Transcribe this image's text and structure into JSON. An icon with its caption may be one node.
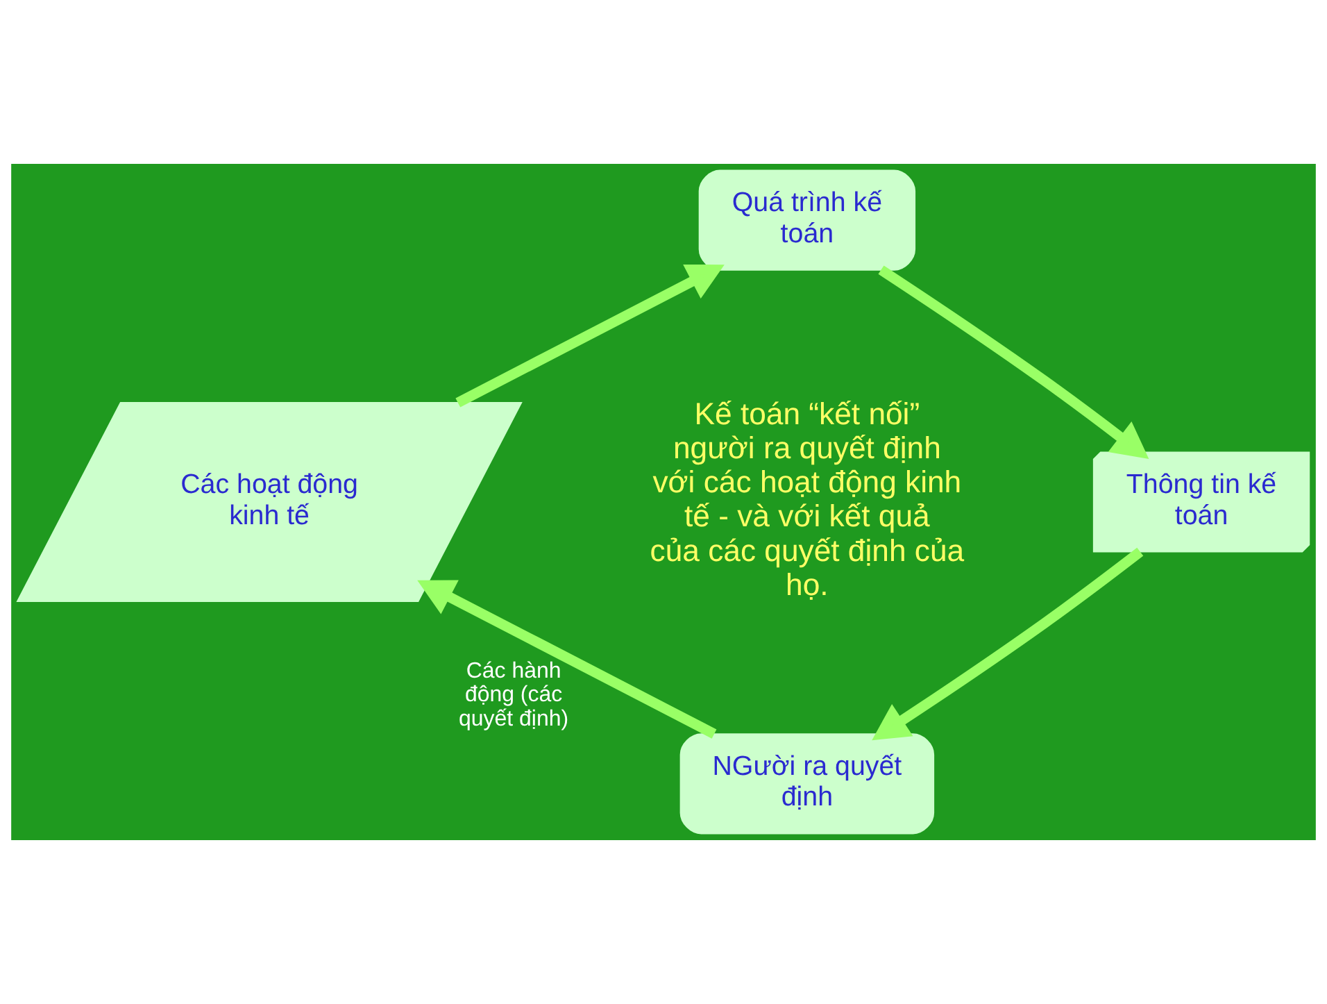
{
  "diagram": {
    "nodes": [
      {
        "text": [
          "Quá trình kế toán"
        ]
      },
      {
        "text": [
          "Thông tin kế toán"
        ]
      },
      {
        "text": [
          "NGười ra quyết định"
        ]
      },
      {
        "text": [
          "Các hoạt động kinh tế"
        ]
      }
    ],
    "edges": [
      {
        "from": 3,
        "to": 0,
        "arrow": "to"
      },
      {
        "from": 0,
        "to": 1,
        "arrow": "to"
      },
      {
        "from": 1,
        "to": 2,
        "arrow": "to"
      },
      {
        "from": 2,
        "to": 3,
        "arrow": "to",
        "label": "Các hành động (các quyết định)"
      }
    ],
    "labels": [
      "Kế toán “kết nối” người ra quyết định với các hoạt động kinh tế - và với kết quả của các quyết định của họ."
    ]
  }
}
